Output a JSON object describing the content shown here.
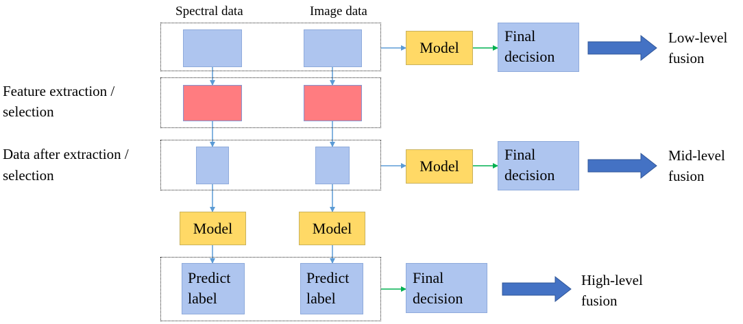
{
  "columns": {
    "spectral": "Spectral data",
    "image": "Image data"
  },
  "row_labels": {
    "feature_line1": "Feature extraction /",
    "feature_line2": "selection",
    "after_line1": "Data after extraction /",
    "after_line2": "selection"
  },
  "model_label": "Model",
  "final_decision": {
    "line1": "Final",
    "line2": "decision"
  },
  "predict_label": {
    "line1": "Predict",
    "line2": "label"
  },
  "fusion": {
    "low": {
      "line1": "Low-level",
      "line2": "fusion"
    },
    "mid": {
      "line1": "Mid-level",
      "line2": "fusion"
    },
    "high": {
      "line1": "High-level",
      "line2": "fusion"
    }
  },
  "colors": {
    "data_box": "#aec5ef",
    "feature_box": "#ff7c80",
    "model_box": "#ffd966",
    "blue_arrow": "#5b9bd5",
    "green_arrow": "#00b050",
    "fusion_arrow": "#4472c4"
  }
}
